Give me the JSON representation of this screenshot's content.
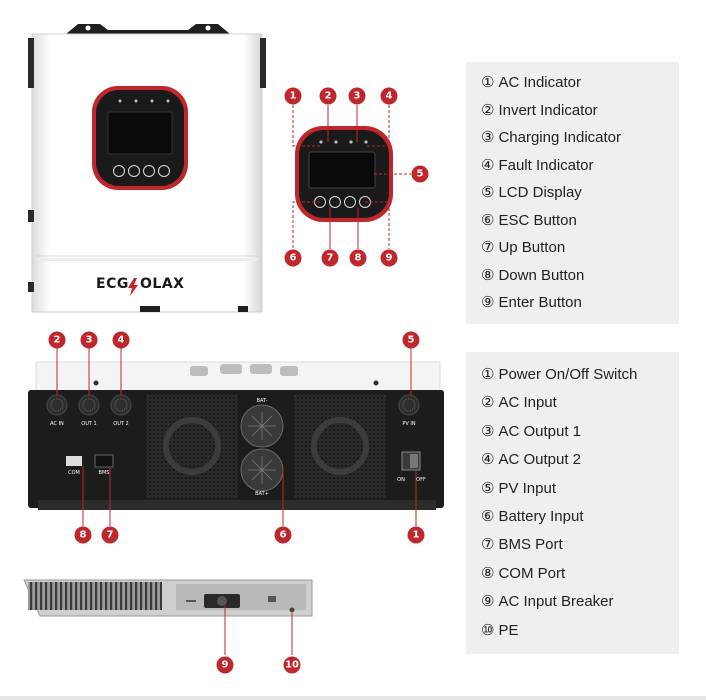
{
  "brand": {
    "logo_text": "ECGSOLAX",
    "logo_left": "ECG",
    "logo_right": "OLAX"
  },
  "front_panel": {
    "markers": [
      "1",
      "2",
      "3",
      "4",
      "5",
      "6",
      "7",
      "8",
      "9"
    ]
  },
  "rear_panel": {
    "port_labels": {
      "ac_in": "AC IN",
      "out1": "OUT 1",
      "out2": "OUT 2",
      "pv_in": "PV IN",
      "bat_minus": "BAT-",
      "bat_plus": "BAT+",
      "com": "COM",
      "bms": "BMS",
      "on": "ON",
      "off": "OFF"
    },
    "markers": [
      "2",
      "3",
      "4",
      "5",
      "8",
      "7",
      "6",
      "1"
    ]
  },
  "bottom_panel": {
    "markers": [
      "9",
      "10"
    ]
  },
  "legend_top": {
    "items": [
      {
        "num": "①",
        "label": "AC Indicator"
      },
      {
        "num": "②",
        "label": "Invert Indicator"
      },
      {
        "num": "③",
        "label": "Charging Indicator"
      },
      {
        "num": "④",
        "label": "Fault Indicator"
      },
      {
        "num": "⑤",
        "label": "LCD Display"
      },
      {
        "num": "⑥",
        "label": "ESC Button"
      },
      {
        "num": "⑦",
        "label": "Up Button"
      },
      {
        "num": "⑧",
        "label": "Down Button"
      },
      {
        "num": "⑨",
        "label": "Enter Button"
      }
    ]
  },
  "legend_bottom": {
    "items": [
      {
        "num": "①",
        "label": "Power On/Off Switch"
      },
      {
        "num": "②",
        "label": "AC Input"
      },
      {
        "num": "③",
        "label": "AC Output 1"
      },
      {
        "num": "④",
        "label": "AC Output 2"
      },
      {
        "num": "⑤",
        "label": "PV Input"
      },
      {
        "num": "⑥",
        "label": "Battery Input"
      },
      {
        "num": "⑦",
        "label": "BMS Port"
      },
      {
        "num": "⑧",
        "label": "COM Port"
      },
      {
        "num": "⑨",
        "label": "AC Input Breaker"
      },
      {
        "num": "⑩",
        "label": "PE"
      }
    ]
  },
  "colors": {
    "accent": "#c0272d",
    "panel_bg": "#efefef",
    "device_dark": "#1c1c1c"
  }
}
